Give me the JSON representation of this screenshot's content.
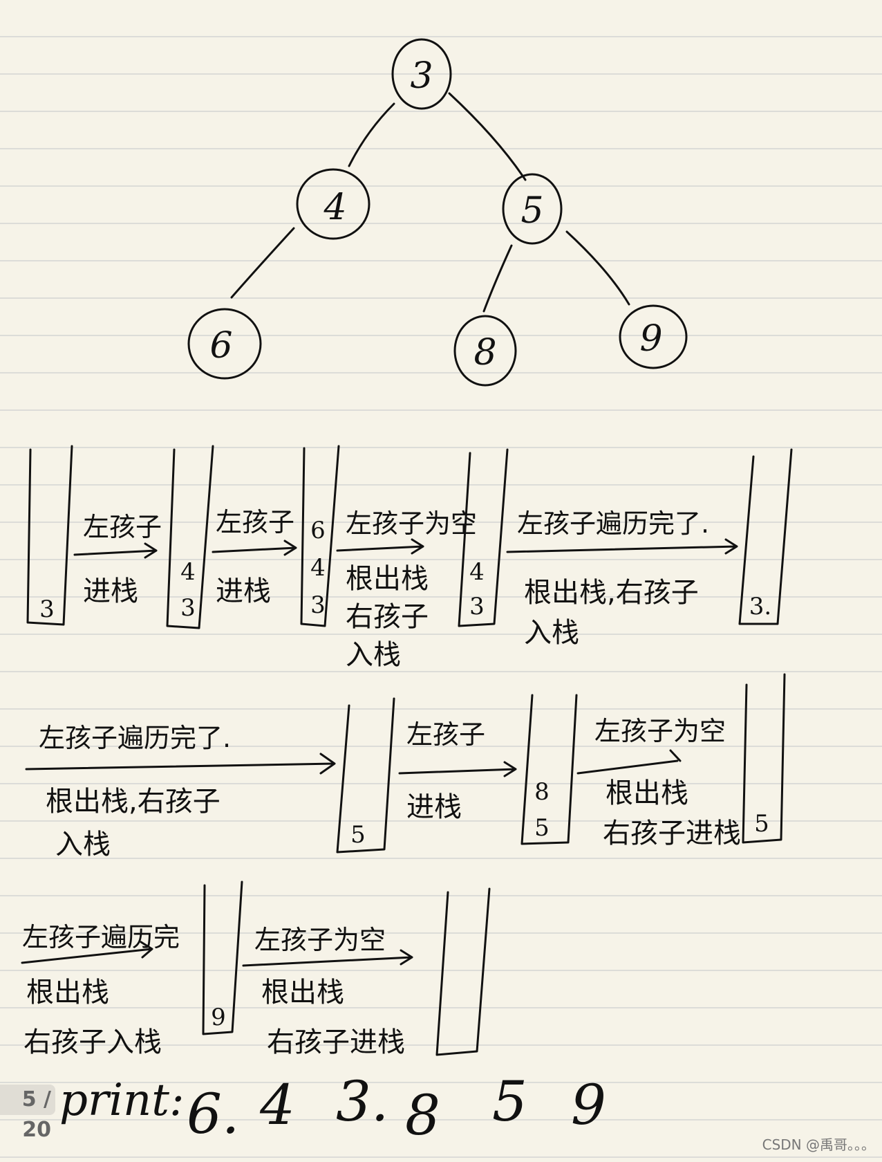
{
  "tree": {
    "nodes": [
      {
        "id": "n3",
        "label": "3"
      },
      {
        "id": "n4",
        "label": "4"
      },
      {
        "id": "n5",
        "label": "5"
      },
      {
        "id": "n6",
        "label": "6"
      },
      {
        "id": "n8",
        "label": "8"
      },
      {
        "id": "n9",
        "label": "9"
      }
    ],
    "edges": [
      [
        "3",
        "4"
      ],
      [
        "3",
        "5"
      ],
      [
        "4",
        "6"
      ],
      [
        "5",
        "8"
      ],
      [
        "5",
        "9"
      ]
    ]
  },
  "row1": {
    "stack1": [
      "3"
    ],
    "op1": {
      "top": "左孩子",
      "bottom": "进栈"
    },
    "stack2": [
      "4",
      "3"
    ],
    "op2": {
      "top": "左孩子",
      "bottom": "进栈"
    },
    "stack3": [
      "6",
      "4",
      "3"
    ],
    "op3": {
      "top": "左孩子为空",
      "bottom": [
        "根出栈",
        "右孩子",
        "入栈"
      ]
    },
    "stack4": [
      "4",
      "3"
    ],
    "op4": {
      "top": "左孩子遍历完了.",
      "bottom": [
        "根出栈,右孩子",
        "入栈"
      ]
    },
    "stack5": [
      "3."
    ]
  },
  "row2": {
    "op1": {
      "top": "左孩子遍历完了.",
      "bottom": [
        "根出栈,右孩子",
        "入栈"
      ]
    },
    "stack1": [
      "5"
    ],
    "op2": {
      "top": "左孩子",
      "bottom": "进栈"
    },
    "stack2": [
      "8",
      "5"
    ],
    "op3": {
      "top": "左孩子为空",
      "bottom": [
        "根出栈",
        "右孩子进栈"
      ]
    },
    "stack3": [
      "5"
    ]
  },
  "row3": {
    "op1": {
      "top": "左孩子遍历完",
      "bottom": [
        "根出栈",
        "右孩子入栈"
      ]
    },
    "stack1": [
      "9"
    ],
    "op2": {
      "top": "左孩子为空",
      "bottom": [
        "根出栈",
        "右孩子进栈"
      ]
    },
    "stack2": []
  },
  "print": {
    "label": "print:",
    "values": [
      "6.",
      "4",
      "3.",
      "8",
      "5",
      "9"
    ]
  },
  "pager": "5 / 20",
  "watermark": "CSDN @禹哥。。。"
}
